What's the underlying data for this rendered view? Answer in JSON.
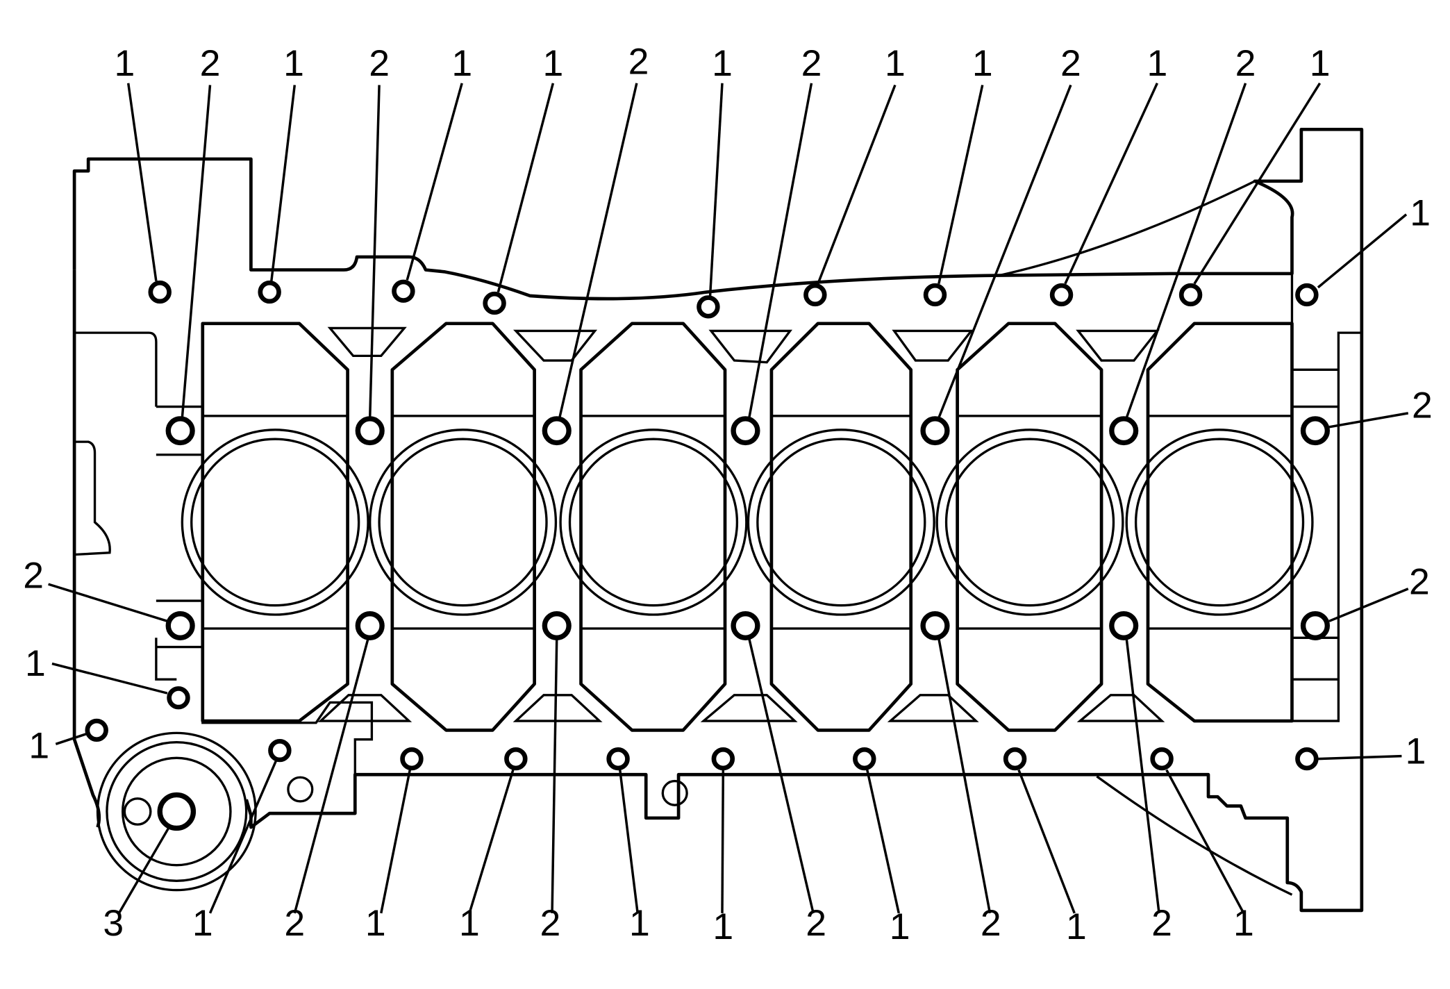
{
  "callouts": {
    "top": [
      "1",
      "2",
      "1",
      "2",
      "1",
      "1",
      "2",
      "1",
      "2",
      "1",
      "1",
      "2",
      "1",
      "2",
      "1"
    ],
    "right": [
      "1",
      "2",
      "2",
      "1"
    ],
    "left": [
      "2",
      "1",
      "1"
    ],
    "bottom": [
      "3",
      "1",
      "2",
      "1",
      "1",
      "2",
      "1",
      "1",
      "2",
      "1",
      "2",
      "1",
      "2",
      "1"
    ]
  },
  "colors": {
    "line": "#000000",
    "background": "#ffffff"
  }
}
